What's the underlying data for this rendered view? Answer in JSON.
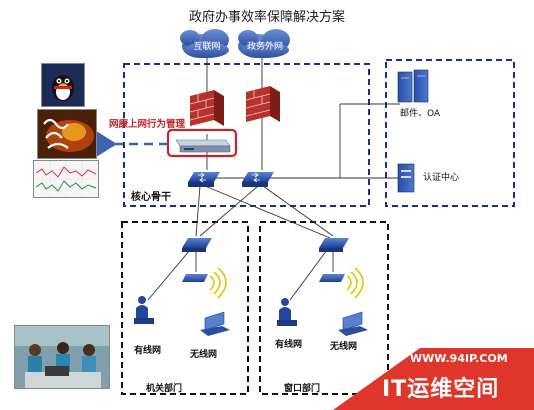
{
  "title": "政府办事效率保障解决方案",
  "clouds": {
    "internet": "互联网",
    "gov_extranet": "政务外网"
  },
  "behavior_mgmt_label": "网康上网行为管理",
  "core_label": "核心骨干",
  "servers": {
    "mail_oa": "邮件、OA",
    "auth_center": "认证中心"
  },
  "left_zone": {
    "wired": "有线网",
    "wireless": "无线网",
    "dept": "机关部门"
  },
  "right_zone": {
    "wired": "有线网",
    "wireless": "无线网",
    "dept": "窗口部门"
  },
  "watermark": {
    "url": "WWW.94IP.COM",
    "name": "IT运维空间"
  },
  "colors": {
    "zone_border": "#1b2f8a",
    "highlight": "#c3262c",
    "cloud": "#3a5fb8",
    "watermark_bg": "#e0352b"
  }
}
